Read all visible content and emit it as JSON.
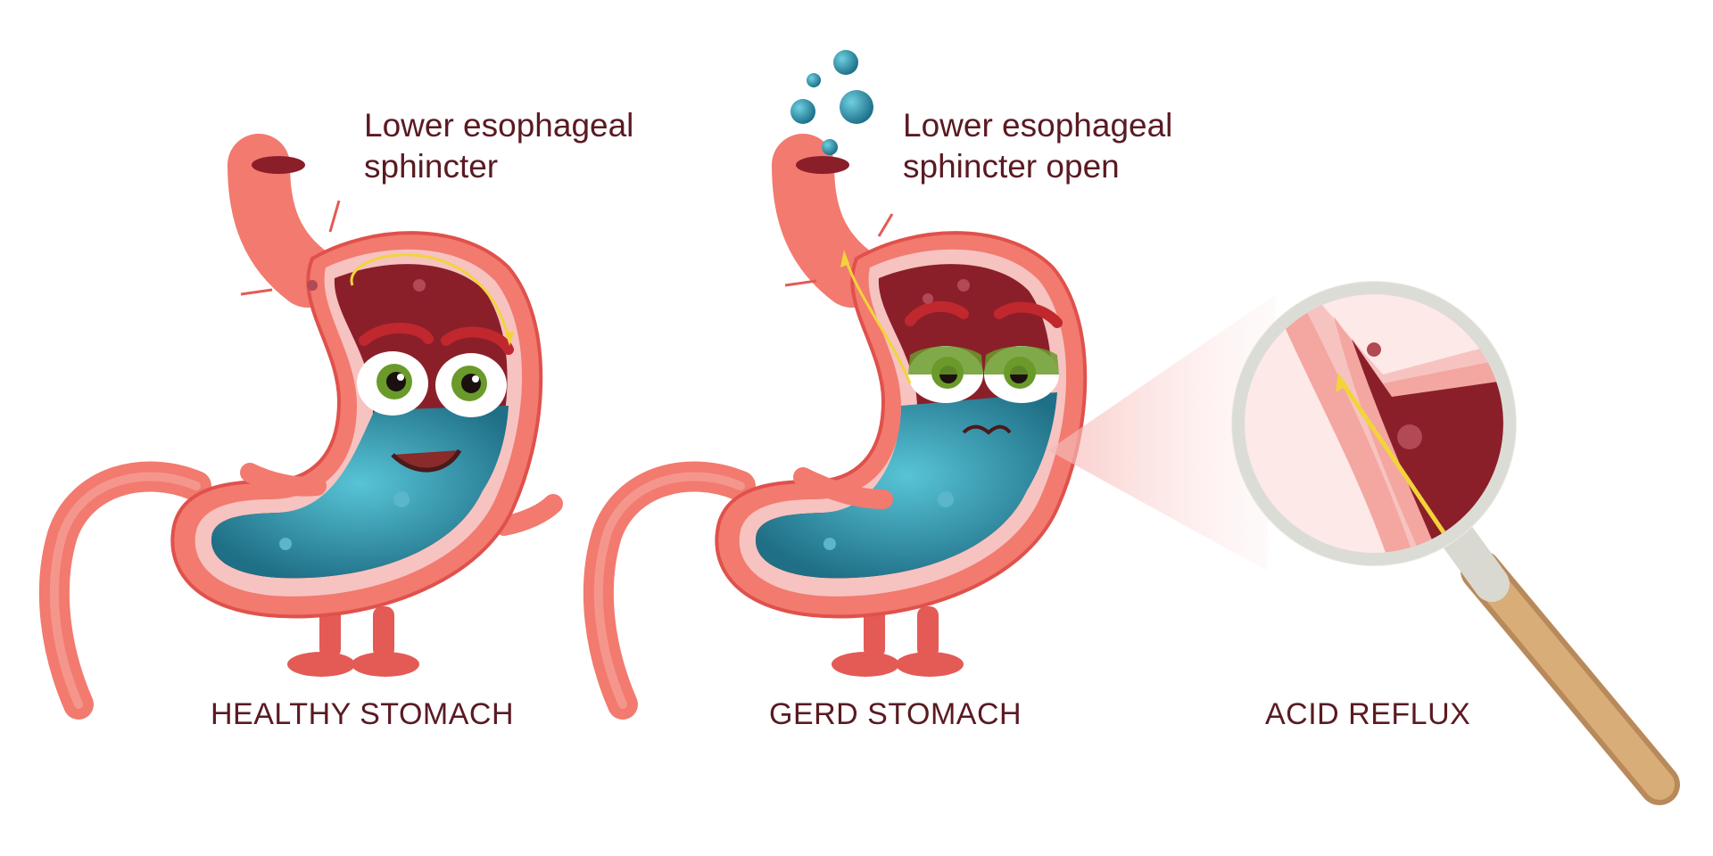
{
  "panels": [
    {
      "caption": "HEALTHY STOMACH",
      "note_line1": "Lower esophageal",
      "note_line2": "sphincter"
    },
    {
      "caption": "GERD STOMACH",
      "note_line1": "Lower esophageal",
      "note_line2": "sphincter open"
    },
    {
      "caption": "ACID REFLUX"
    }
  ],
  "colors": {
    "wall": "#f27a6f",
    "wall_dark": "#d9504c",
    "lining": "#f6c3c0",
    "interior": "#8a1f2a",
    "acid": "#2e8fa6",
    "acid_light": "#4fb8cc",
    "text": "#5a1a22",
    "arrow": "#f2d43a",
    "lens_rim": "#dcdcd6",
    "handle": "#d8ad78"
  },
  "icons": [
    "bubble-icon",
    "magnifier-icon",
    "yellow-arrow-icon"
  ]
}
